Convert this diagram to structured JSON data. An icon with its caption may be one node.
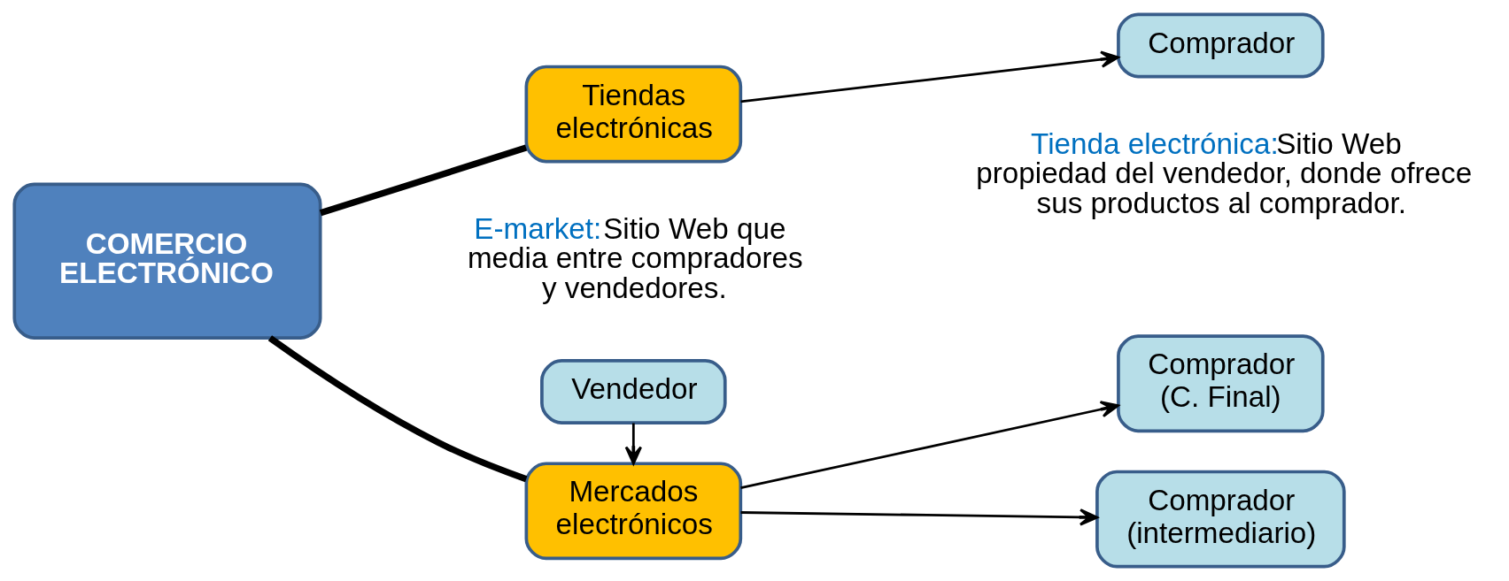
{
  "diagram": {
    "nodes": [
      {
        "text": [
          "COMERCIO ELECTRÓNICO"
        ]
      },
      {
        "text": [
          "Tiendas electrónicas"
        ]
      },
      {
        "text": [
          "Comprador"
        ]
      },
      {
        "text": [
          "Vendedor"
        ]
      },
      {
        "text": [
          "Mercados electrónicos"
        ]
      },
      {
        "text": [
          "Comprador (C. Final)"
        ]
      },
      {
        "text": [
          "Comprador (intermediario)"
        ]
      }
    ],
    "edges": [
      {
        "from": 0,
        "to": 1,
        "arrow": "none",
        "style": "thick"
      },
      {
        "from": 0,
        "to": 4,
        "arrow": "none",
        "style": "thick"
      },
      {
        "from": 1,
        "to": 2,
        "arrow": "to"
      },
      {
        "from": 3,
        "to": 4,
        "arrow": "to"
      },
      {
        "from": 4,
        "to": 5,
        "arrow": "to"
      },
      {
        "from": 4,
        "to": 6,
        "arrow": "to"
      }
    ],
    "labels": [
      "Tienda electrónica:",
      "Sitio Web propiedad del vendedor, donde ofrece sus productos al comprador.",
      "E-market:",
      "Sitio Web que media entre compradores y vendedores."
    ]
  }
}
